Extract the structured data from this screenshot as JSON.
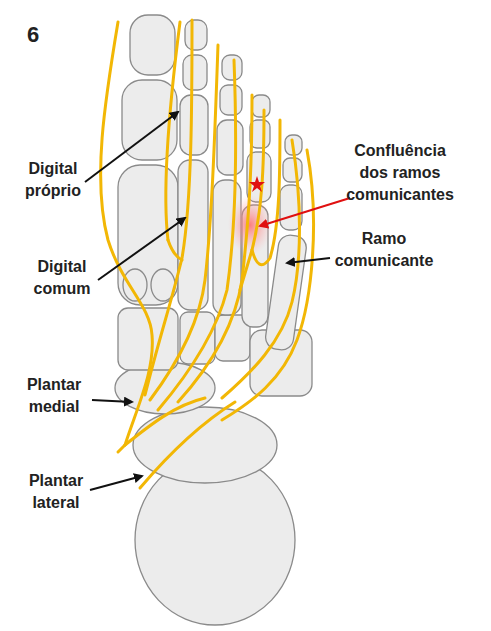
{
  "diagram": {
    "labels": [
      "6",
      "Digital próprio",
      "Digital comum",
      "Confluência dos ramos comunicantes",
      "Ramo comunicante",
      "Plantar medial",
      "Plantar lateral"
    ]
  }
}
